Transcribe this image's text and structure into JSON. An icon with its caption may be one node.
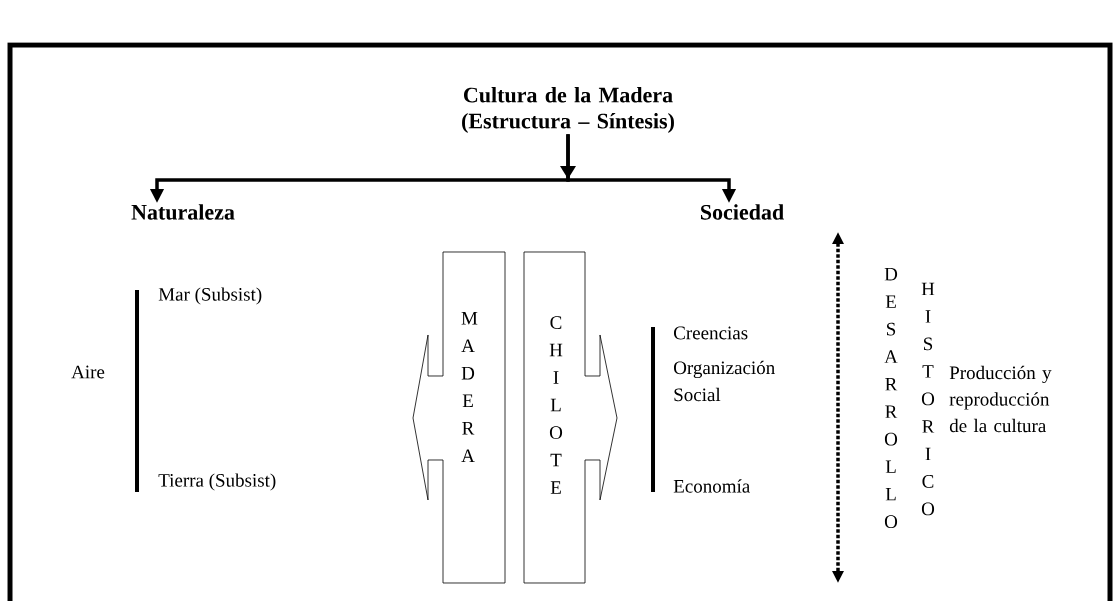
{
  "diagram": {
    "nodes": [
      {
        "text": [
          "Cultura de la Madera (Estructura – Síntesis)"
        ]
      },
      {
        "text": [
          "Naturaleza"
        ]
      },
      {
        "text": [
          "Sociedad"
        ]
      },
      {
        "text": [
          "M A D E R A"
        ]
      },
      {
        "text": [
          "C H I L O T E"
        ]
      }
    ],
    "edges": [
      {
        "from": 0,
        "to": 1,
        "arrow": "to"
      },
      {
        "from": 0,
        "to": 2,
        "arrow": "to"
      }
    ],
    "labels": [
      "Mar (Subsist)",
      "Aire",
      "Tierra (Subsist)",
      "Creencias",
      "Organización Social",
      "Economía",
      "D E S A R R O L L O",
      "H I S T O R I C O",
      "Producción y reproducción de la cultura"
    ]
  }
}
